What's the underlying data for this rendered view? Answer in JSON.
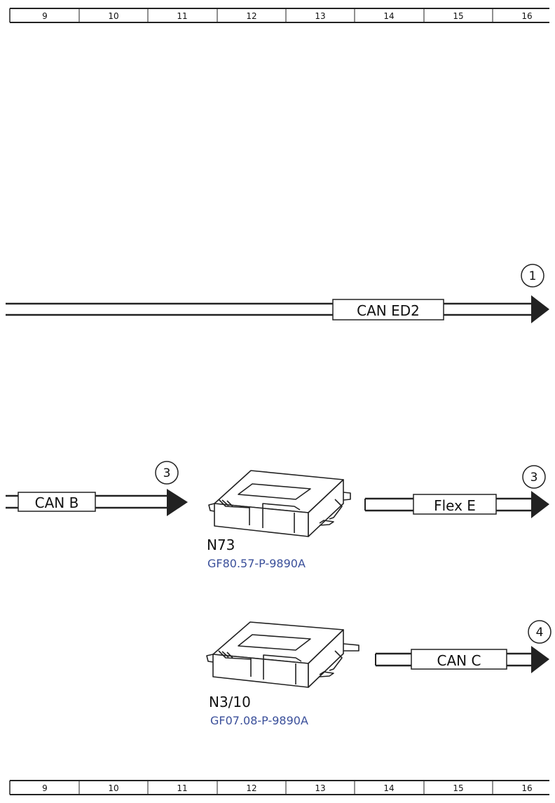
{
  "ruler": {
    "top": [
      "9",
      "10",
      "11",
      "12",
      "13",
      "14",
      "15",
      "16"
    ],
    "bottom": [
      "9",
      "10",
      "11",
      "12",
      "13",
      "14",
      "15",
      "16"
    ]
  },
  "buses": {
    "can_ed2": {
      "label": "CAN ED2",
      "ref": "1"
    },
    "can_b": {
      "label": "CAN B",
      "ref": "3"
    },
    "flex_e": {
      "label": "Flex E",
      "ref": "3"
    },
    "can_c": {
      "label": "CAN C",
      "ref": "4"
    }
  },
  "components": {
    "n73": {
      "code": "N73",
      "ref": "GF80.57-P-9890A"
    },
    "n3_10": {
      "code": "N3/10",
      "ref": "GF07.08-P-9890A"
    }
  },
  "colors": {
    "line": "#222222",
    "link": "#3a4f9a"
  }
}
